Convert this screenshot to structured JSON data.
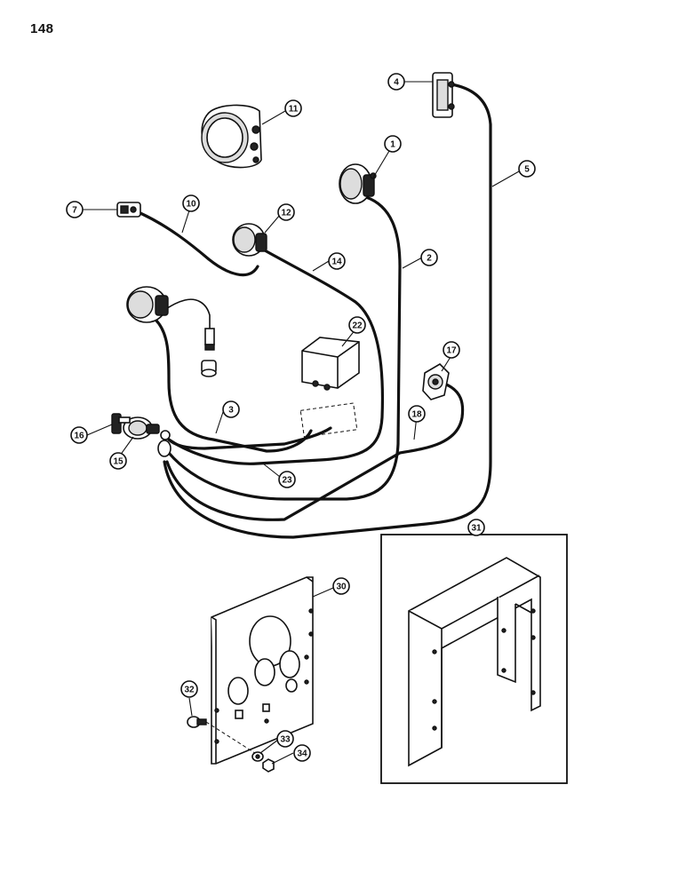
{
  "page": {
    "number": "148"
  },
  "callouts": {
    "c1": "1",
    "c2": "2",
    "c3": "3",
    "c4": "4",
    "c5": "5",
    "c7": "7",
    "c10": "10",
    "c11": "11",
    "c12": "12",
    "c14": "14",
    "c15": "15",
    "c16": "16",
    "c17": "17",
    "c18": "18",
    "c22": "22",
    "c23": "23",
    "c30": "30",
    "c31": "31",
    "c32": "32",
    "c33": "33",
    "c34": "34"
  },
  "colors": {
    "ink": "#111111",
    "paper": "#ffffff"
  }
}
